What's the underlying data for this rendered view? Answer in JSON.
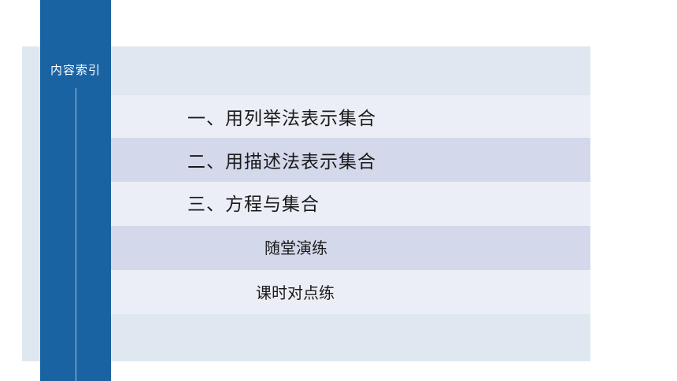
{
  "sidebar": {
    "title": "内容索引"
  },
  "menu": {
    "items": [
      {
        "label": "一、用列举法表示集合"
      },
      {
        "label": "二、用描述法表示集合"
      },
      {
        "label": "三、方程与集合"
      },
      {
        "label": "随堂演练"
      },
      {
        "label": "课时对点练"
      }
    ]
  },
  "colors": {
    "sidebar": "#1a63a3",
    "panel": "#dfe7f0",
    "row_light": "#eceef7",
    "row_dark": "#d3d8ea"
  }
}
